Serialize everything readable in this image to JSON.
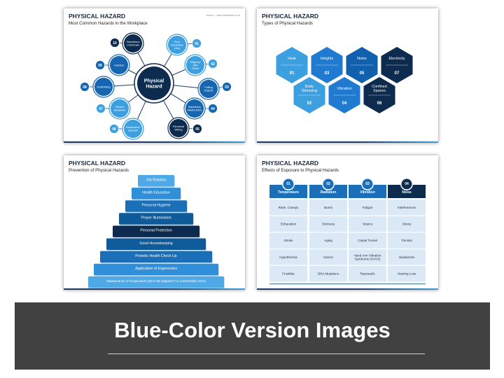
{
  "slide1": {
    "title": "PHYSICAL HAZARD",
    "subtitle": "Most Common Hazards in the Workplace",
    "source": "source – www.medinsoft.co.uk",
    "center": [
      "Physical",
      "Hazard"
    ],
    "items": [
      {
        "num": "01",
        "lines": [
          "Poor",
          "Housekee",
          "ping"
        ]
      },
      {
        "num": "02",
        "lines": [
          "Slippery/",
          "Wet",
          "Floors"
        ]
      },
      {
        "num": "03",
        "lines": [
          "Falling",
          "Objects"
        ]
      },
      {
        "num": "04",
        "lines": [
          "Machinery",
          "Malfunction"
        ]
      },
      {
        "num": "05",
        "lines": [
          "Electrical",
          "Wiring"
        ]
      },
      {
        "num": "06",
        "lines": [
          "Respiratory",
          "Hazards"
        ]
      },
      {
        "num": "07",
        "lines": [
          "Vehicle",
          "Accidents"
        ]
      },
      {
        "num": "08",
        "lines": [
          "Scaffolding"
        ]
      },
      {
        "num": "09",
        "lines": [
          "Ladders"
        ]
      },
      {
        "num": "10",
        "lines": [
          "Hazardous",
          "Chemicals"
        ]
      }
    ]
  },
  "slide2": {
    "title": "PHYSICAL HAZARD",
    "subtitle": "Types of Physical Hazards",
    "hexes": [
      {
        "label": [
          "Heat"
        ],
        "num": "01"
      },
      {
        "label": [
          "Heights"
        ],
        "num": "03"
      },
      {
        "label": [
          "Noise"
        ],
        "num": "05"
      },
      {
        "label": [
          "Electricity"
        ],
        "num": "07"
      },
      {
        "label": [
          "Body",
          "Stressing"
        ],
        "num": "02"
      },
      {
        "label": [
          "Vibration"
        ],
        "num": "04"
      },
      {
        "label": [
          "Confined",
          "Spaces"
        ],
        "num": "06"
      }
    ]
  },
  "slide3": {
    "title": "PHYSICAL HAZARD",
    "subtitle": "Prevention of Physical Hazards",
    "steps": [
      "Job Rotation",
      "Health Education",
      "Personal Hygiene",
      "Proper Illumination",
      "Personal Protection",
      "Good Housekeeping",
      "Periodic Health Check Up",
      "Application of Ergonomics",
      "Maintenance of temperature (60 to 80 degrees F is comfortable zone)"
    ]
  },
  "slide4": {
    "title": "PHYSICAL HAZARD",
    "subtitle": "Effects of Exposure to Physical Hazards",
    "columns": [
      {
        "num": "01",
        "name": "Temperature",
        "cells": [
          [
            "Rash, Cramps"
          ],
          [
            "Exhaustion"
          ],
          [
            "Stroke"
          ],
          [
            "Hypothermia"
          ],
          [
            "Frostbite"
          ]
        ]
      },
      {
        "num": "02",
        "name": "Radiation",
        "cells": [
          [
            "Burns"
          ],
          [
            "Sickness"
          ],
          [
            "Aging"
          ],
          [
            "Cancer"
          ],
          [
            "DNA Mutations"
          ]
        ]
      },
      {
        "num": "03",
        "name": "Vibration",
        "cells": [
          [
            "Fatigue"
          ],
          [
            "Strains"
          ],
          [
            "Carpal Tunnel"
          ],
          [
            "Hand Arm Vibration",
            "Syndrome (HAVS)"
          ],
          [
            "Raynaud's"
          ]
        ]
      },
      {
        "num": "04",
        "name": "Noise",
        "cells": [
          [
            "Interferences"
          ],
          [
            "Stress"
          ],
          [
            "Tinnitus"
          ],
          [
            "Headaches"
          ],
          [
            "Hearing Loss"
          ]
        ]
      }
    ]
  },
  "banner": {
    "text": "Blue-Color Version Images"
  },
  "colors": {
    "dark": "#0d2b4e",
    "mid": "#1565b0",
    "light": "#3b9fe0",
    "pale": "#dbe9f7"
  }
}
